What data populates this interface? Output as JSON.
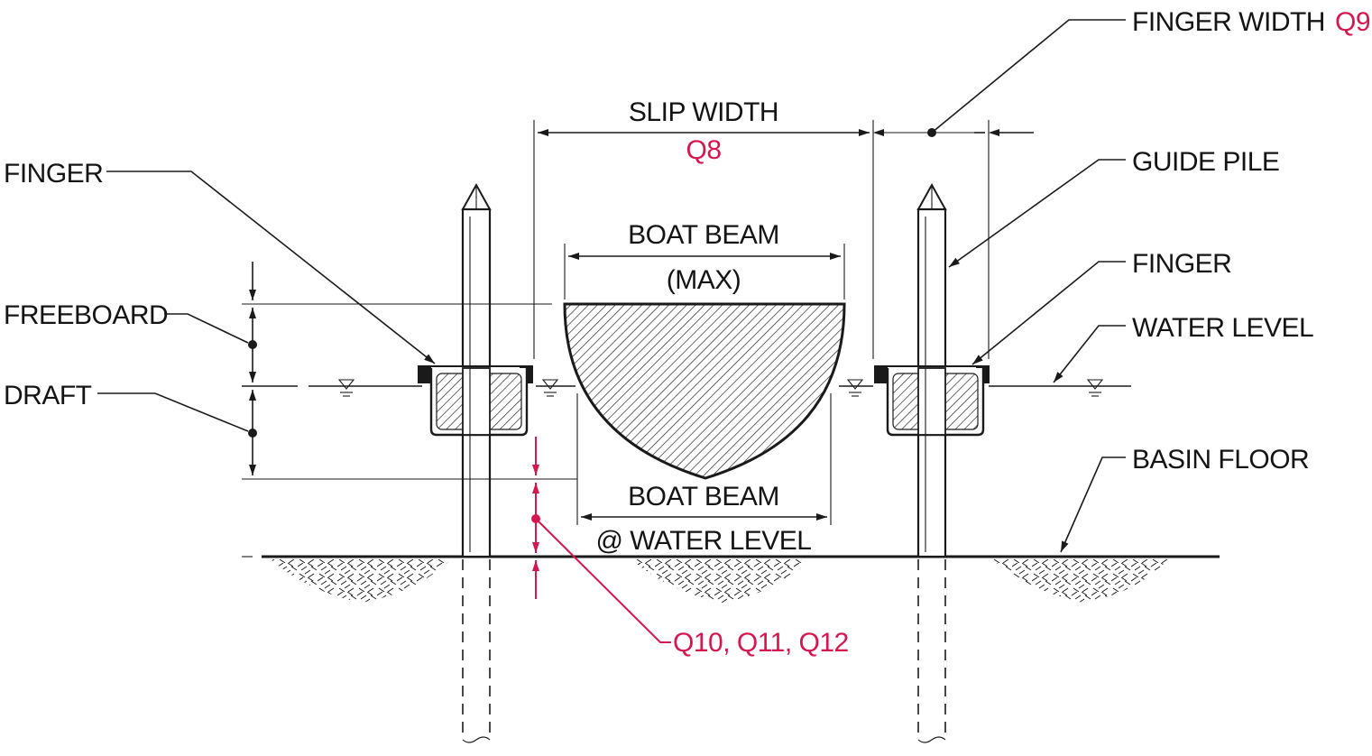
{
  "labels": {
    "finger_width": "FINGER WIDTH",
    "q9": "Q9",
    "slip_width": "SLIP WIDTH",
    "q8": "Q8",
    "finger_left": "FINGER",
    "guide_pile": "GUIDE PILE",
    "boat_beam_max_1": "BOAT BEAM",
    "boat_beam_max_2": "(MAX)",
    "finger_right": "FINGER",
    "freeboard": "FREEBOARD",
    "water_level": "WATER LEVEL",
    "draft": "DRAFT",
    "basin_floor": "BASIN FLOOR",
    "boat_beam_wl_1": "BOAT BEAM",
    "boat_beam_wl_2": "@ WATER LEVEL",
    "q10_12": "Q10, Q11, Q12"
  },
  "colors": {
    "ink": "#1a1a1a",
    "accent_red": "#d6164f"
  }
}
